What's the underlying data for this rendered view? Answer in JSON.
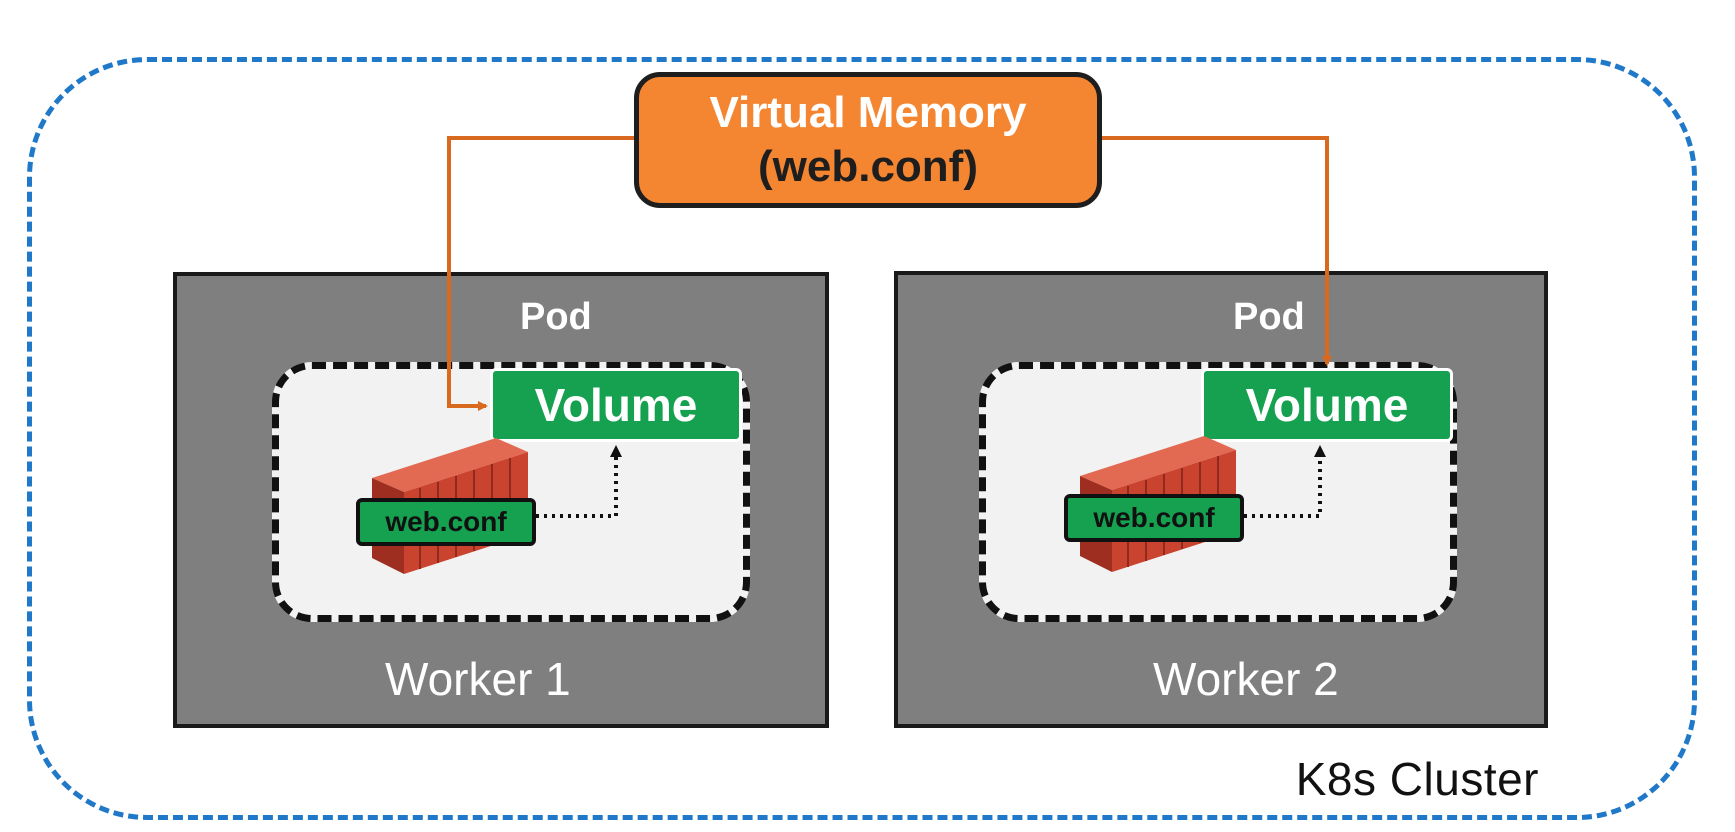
{
  "virtual_memory": {
    "title": "Virtual Memory",
    "subtitle": "(web.conf)"
  },
  "workers": [
    {
      "label": "Worker 1",
      "pod_label": "Pod",
      "volume_label": "Volume",
      "container_file": "web.conf"
    },
    {
      "label": "Worker 2",
      "pod_label": "Pod",
      "volume_label": "Volume",
      "container_file": "web.conf"
    }
  ],
  "cluster_label": "K8s Cluster",
  "colors": {
    "cluster_border": "#1f78c8",
    "virtual_memory_fill": "#f58631",
    "connector": "#d9691e",
    "worker_fill": "#7f7f7f",
    "pod_fill": "#f2f2f2",
    "volume_fill": "#16a150",
    "container": "#c9432f"
  }
}
